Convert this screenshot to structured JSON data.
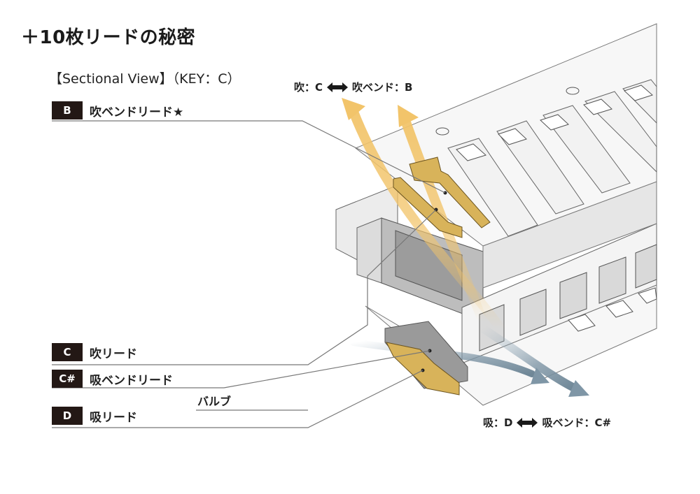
{
  "title": "＋10枚リードの秘密",
  "subtitle": "【Sectional View】（KEY：C）",
  "airflow_blow": {
    "left": "吹：C",
    "right": "吹ベンド：B"
  },
  "airflow_draw": {
    "left": "吸：D",
    "right": "吸ベンド：C#"
  },
  "labels": [
    {
      "badge": "B",
      "text": "吹ベンドリード★"
    },
    {
      "badge": "C",
      "text": "吹リード"
    },
    {
      "badge": "C#",
      "text": "吸ベンドリード"
    },
    {
      "badge": "D",
      "text": "吸リード"
    }
  ],
  "valve_label": "バルブ",
  "colors": {
    "badge_bg": "#231815",
    "reed_gold": "#d8b35a",
    "reed_gray": "#9a9a9a",
    "blow_arrow": "#f2c46a",
    "draw_arrow": "#7f96a6"
  }
}
